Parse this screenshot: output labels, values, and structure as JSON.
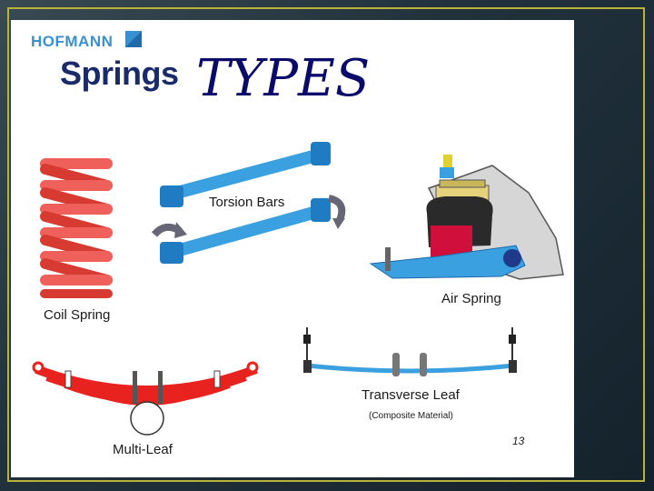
{
  "logo": {
    "text": "HOFMANN",
    "mark": "registered-icon"
  },
  "title": {
    "springs": "Springs",
    "types": "TYPES"
  },
  "labels": {
    "torsion": "Torsion Bars",
    "air": "Air Spring",
    "coil": "Coil Spring",
    "transverse": "Transverse Leaf",
    "transverse_note": "(Composite Material)",
    "multileaf": "Multi-Leaf"
  },
  "page_number": "13",
  "colors": {
    "frame_border": "#b7b23a",
    "slide_bg": "#ffffff",
    "coil": "#e8453c",
    "torsion": "#3aa0e0",
    "leaf": "#e8231f",
    "logo": "#3a8fd0"
  }
}
